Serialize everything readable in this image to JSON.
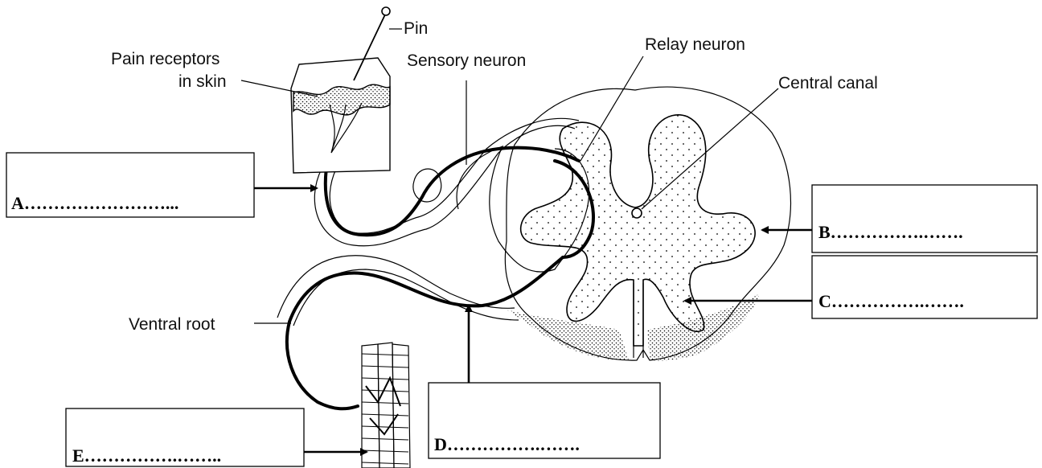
{
  "labels": {
    "pin": "Pin",
    "pain_receptors_line1": "Pain receptors",
    "pain_receptors_line2": "in skin",
    "sensory_neuron": "Sensory neuron",
    "relay_neuron": "Relay neuron",
    "central_canal": "Central canal",
    "ventral_root": "Ventral root"
  },
  "answer_boxes": {
    "A": "A……………………...",
    "B": "B…………….…….",
    "C": "C…………….…….",
    "D": "D…………….…….",
    "E": "E…………….…….."
  }
}
